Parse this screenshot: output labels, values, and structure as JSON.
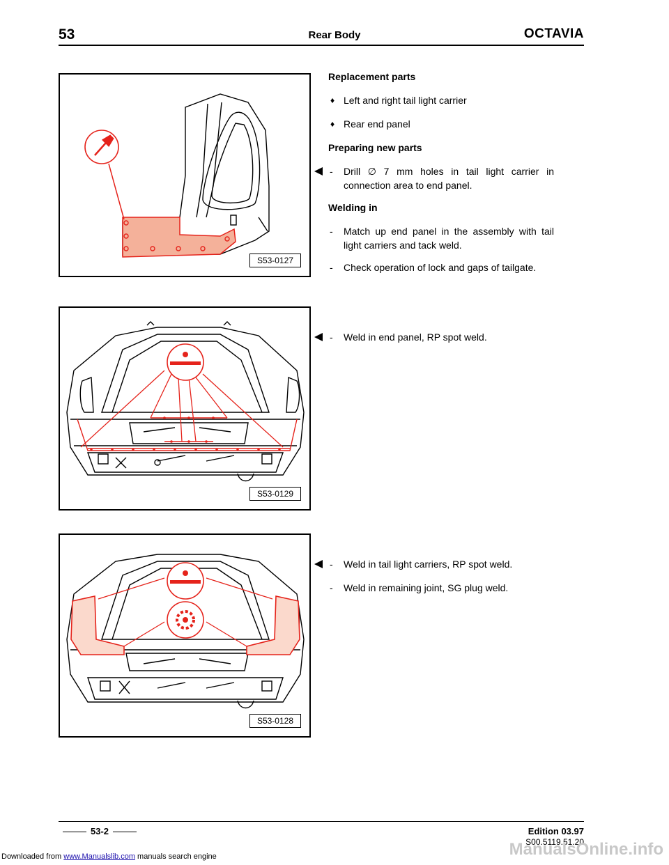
{
  "header": {
    "section_number": "53",
    "title": "Rear Body",
    "brand": "OCTAVIA"
  },
  "figures": [
    {
      "label": "S53-0127"
    },
    {
      "label": "S53-0129"
    },
    {
      "label": "S53-0128"
    }
  ],
  "content": {
    "replacement_heading": "Replacement parts",
    "replacement_items": [
      "Left and right tail light carrier",
      "Rear end panel"
    ],
    "bullet_symbol": "♦",
    "preparing_heading": "Preparing new parts",
    "preparing_steps": [
      "Drill ∅ 7 mm holes in tail light carrier in connection area to end panel."
    ],
    "welding_heading": "Welding in",
    "welding_steps": [
      "Match up end panel in the assembly with tail light carriers and tack weld.",
      "Check operation of lock and gaps of tailgate."
    ],
    "step_symbol": "-",
    "figure2_steps": [
      "Weld in end panel, RP spot weld."
    ],
    "figure3_steps": [
      "Weld in tail light carriers, RP spot weld.",
      "Weld in remaining joint, SG plug weld."
    ]
  },
  "footer": {
    "page_number": "53-2",
    "edition": "Edition 03.97",
    "code": "S00.5119.51.20"
  },
  "download_notice": {
    "prefix": "Downloaded from",
    "link": "www.Manualslib.com",
    "suffix": "manuals search engine"
  },
  "watermark": "ManualsOnline.info",
  "colors": {
    "weld_red": "#e5231b",
    "weld_fill": "#f4b19a",
    "line": "#000000"
  }
}
